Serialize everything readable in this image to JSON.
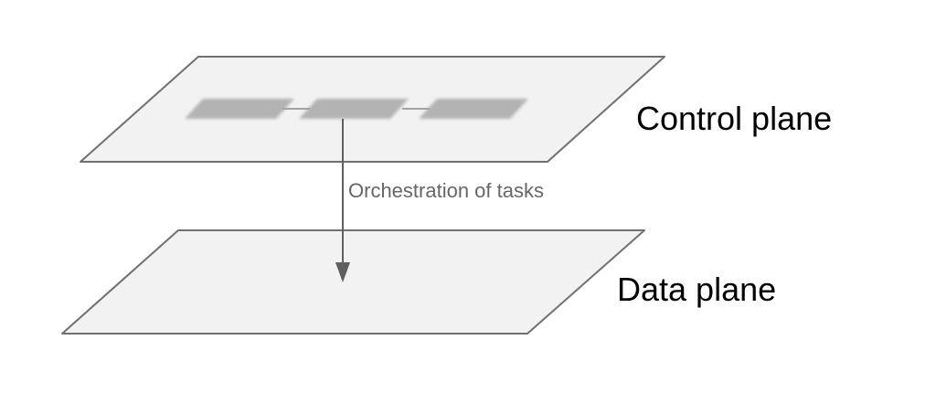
{
  "diagram": {
    "layers": [
      {
        "id": "control-plane",
        "label": "Control plane"
      },
      {
        "id": "data-plane",
        "label": "Data plane"
      }
    ],
    "arrow_label": "Orchestration of tasks",
    "control_plane_tasks": {
      "block_count": 3,
      "connector_count": 2
    },
    "colors": {
      "background": "#ffffff",
      "plane_fill": "#f2f2f2",
      "plane_border": "#707070",
      "task_block_fill": "#b3b3b3",
      "task_connector": "#a3a3a3",
      "arrow": "#5f5f5f",
      "layer_label_text": "#000000",
      "arrow_label_text": "#666666"
    }
  }
}
